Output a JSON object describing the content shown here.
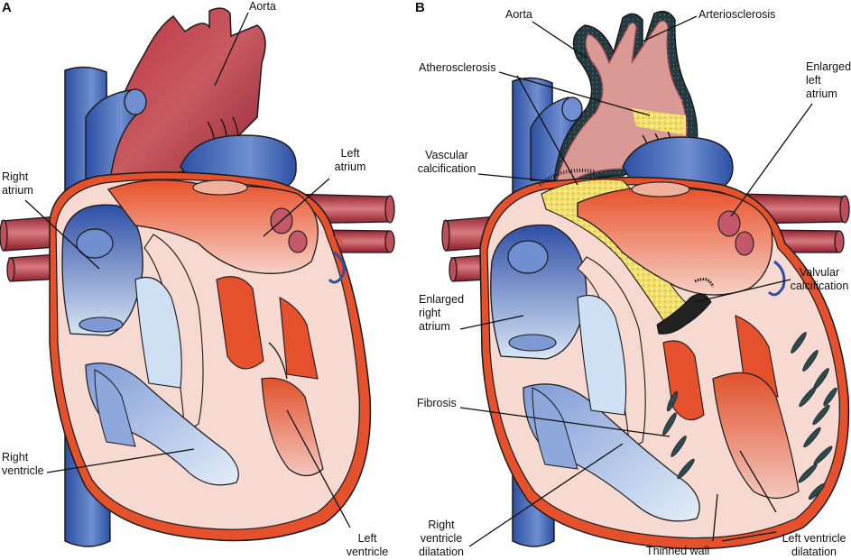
{
  "panels": {
    "a": {
      "letter": "A",
      "labels": {
        "aorta": "Aorta",
        "left_atrium": "Left\natrium",
        "right_atrium": "Right\natrium",
        "right_ventricle": "Right\nventricle",
        "left_ventricle": "Left\nventricle"
      }
    },
    "b": {
      "letter": "B",
      "labels": {
        "aorta": "Aorta",
        "arteriosclerosis": "Arteriosclerosis",
        "atherosclerosis": "Atherosclerosis",
        "enlarged_left_atrium": "Enlarged\nleft\natrium",
        "vascular_calcification": "Vascular\ncalcification",
        "valvular_calcification": "Valvular\ncalcification",
        "enlarged_right_atrium": "Enlarged\nright\natrium",
        "fibrosis": "Fibrosis",
        "right_ventricle_dilatation": "Right\nventricle\ndilatation",
        "thinned_wall": "Thinned wall",
        "left_ventricle_dilatation": "Left ventricle\ndilatation"
      }
    }
  },
  "colors": {
    "vein_blue": "#3f5fae",
    "artery_red": "#b43844",
    "myocardium_orange": "#e8592d",
    "tissue_pink": "#f6d9d0",
    "calcification_yellow": "#f4e27a",
    "plaque_dark": "#243a3f"
  }
}
